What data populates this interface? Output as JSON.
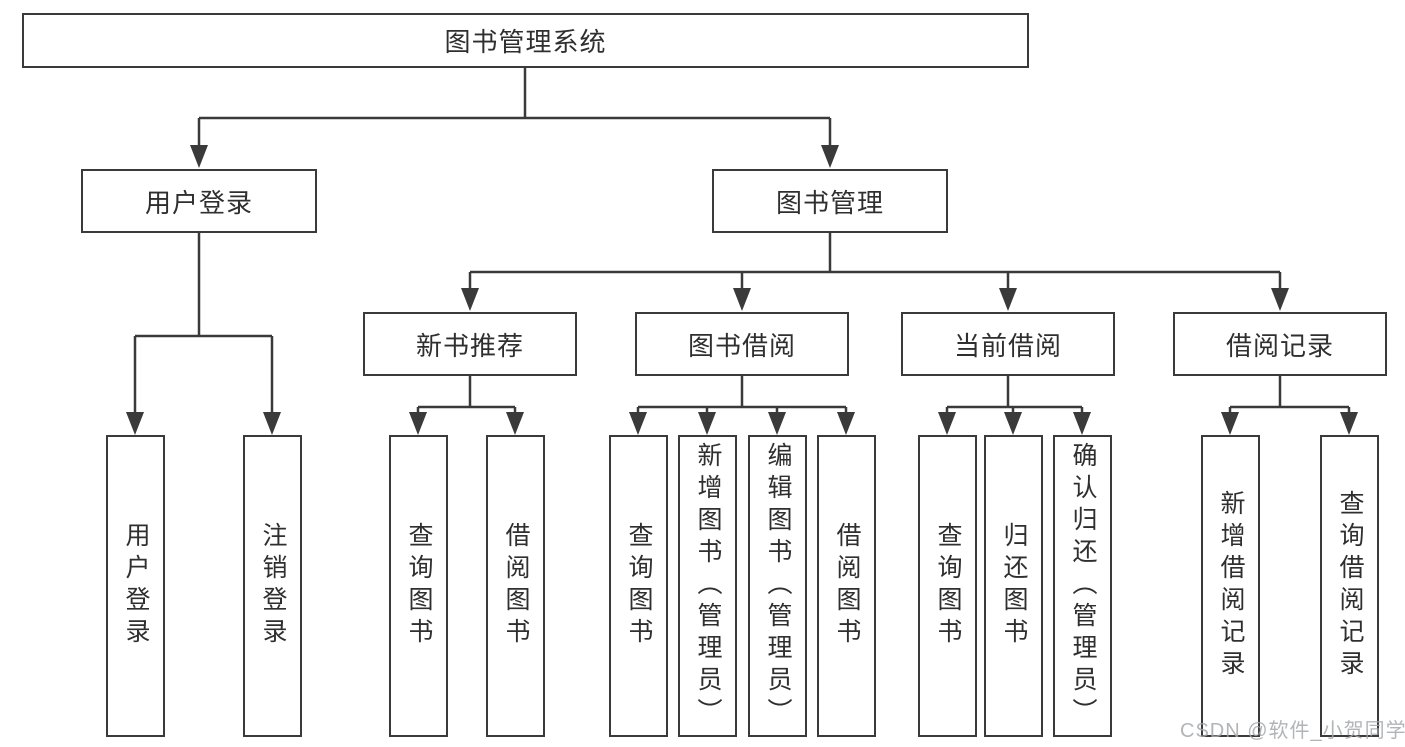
{
  "diagram": {
    "root": {
      "label": "图书管理系统"
    },
    "children": [
      {
        "label": "用户登录",
        "children": [
          {
            "label": "用户登录"
          },
          {
            "label": "注销登录"
          }
        ]
      },
      {
        "label": "图书管理",
        "children": [
          {
            "label": "新书推荐",
            "children": [
              {
                "label": "查询图书"
              },
              {
                "label": "借阅图书"
              }
            ]
          },
          {
            "label": "图书借阅",
            "children": [
              {
                "label": "查询图书"
              },
              {
                "label": "新增图书（管理员）"
              },
              {
                "label": "编辑图书（管理员）"
              },
              {
                "label": "借阅图书"
              }
            ]
          },
          {
            "label": "当前借阅",
            "children": [
              {
                "label": "查询图书"
              },
              {
                "label": "归还图书"
              },
              {
                "label": "确认归还（管理员）"
              }
            ]
          },
          {
            "label": "借阅记录",
            "children": [
              {
                "label": "新增借阅记录"
              },
              {
                "label": "查询借阅记录"
              }
            ]
          }
        ]
      }
    ]
  },
  "watermark": {
    "text": "CSDN @软件_小贺同学"
  },
  "colors": {
    "line": "#3a3a3a",
    "box_border": "#3a3a3a",
    "box_fill": "#ffffff",
    "text": "#2f2f2f",
    "watermark": "#a5a8ac",
    "background": "#ffffff"
  }
}
